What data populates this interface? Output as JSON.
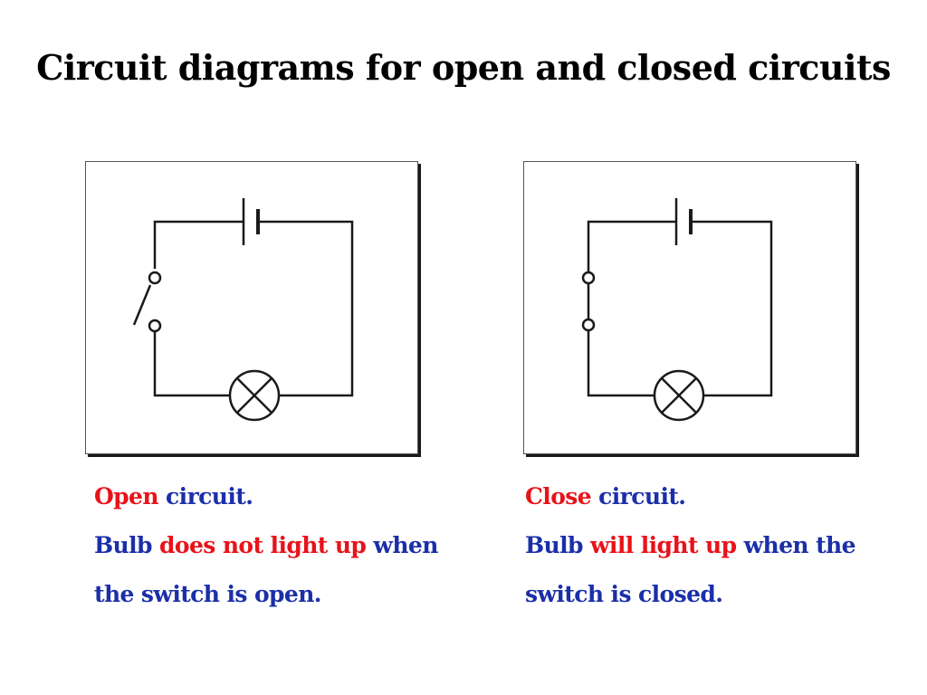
{
  "title": "Circuit diagrams for open and closed circuits",
  "colors": {
    "highlight": "#e8131a",
    "body_text": "#1b2fa8",
    "wire": "#1a1a1a"
  },
  "panels": {
    "open": {
      "switch_state": "open",
      "caption_line1": {
        "highlight": "Open",
        "rest": " circuit."
      },
      "caption_line2": {
        "a": "Bulb ",
        "highlight": "does not light up",
        "b": " when"
      },
      "caption_line3": "the switch is open."
    },
    "closed": {
      "switch_state": "closed",
      "caption_line1": {
        "highlight": "Close",
        "rest": " circuit."
      },
      "caption_line2": {
        "a": "Bulb ",
        "highlight": "will light up",
        "b": " when the"
      },
      "caption_line3": "switch is closed."
    }
  }
}
